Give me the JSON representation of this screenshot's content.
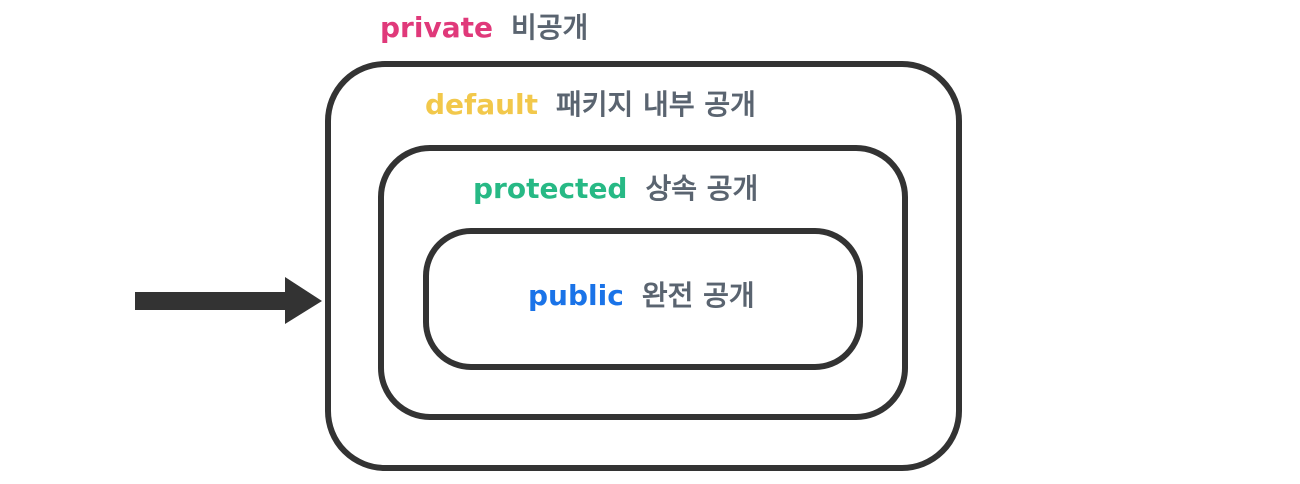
{
  "scopes": [
    {
      "id": "private",
      "keyword": "private",
      "desc": "비공개",
      "color": "#e0397a"
    },
    {
      "id": "default",
      "keyword": "default",
      "desc": "패키지 내부 공개",
      "color": "#f2c84b"
    },
    {
      "id": "protected",
      "keyword": "protected",
      "desc": "상속 공개",
      "color": "#27b985"
    },
    {
      "id": "public",
      "keyword": "public",
      "desc": "완전 공개",
      "color": "#1a73e8"
    }
  ],
  "line_color": "#333333",
  "desc_color": "#5a6470",
  "icons": {
    "arrow": "right-arrow-icon"
  }
}
